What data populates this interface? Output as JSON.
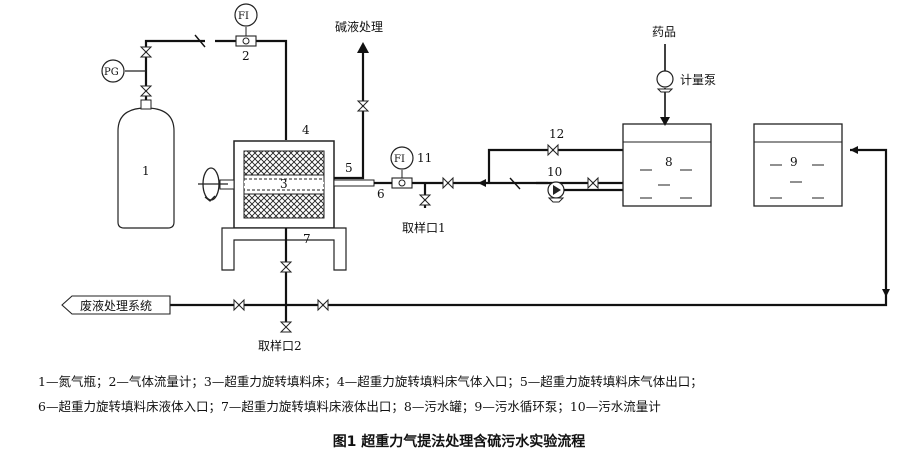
{
  "labels": {
    "fi_top": "FI",
    "fi_liquid": "FI",
    "pg": "PG",
    "alkali": "碱液处理",
    "chemicals": "药品",
    "metering_pump": "计量泵",
    "sample_port_1": "取样口1",
    "sample_port_2": "取样口2",
    "waste_system": "废液处理系统"
  },
  "numbers": {
    "n1": "1",
    "n2": "2",
    "n3": "3",
    "n4": "4",
    "n5": "5",
    "n6": "6",
    "n7": "7",
    "n8": "8",
    "n9": "9",
    "n10": "10",
    "n11": "11",
    "n12": "12"
  },
  "legend": {
    "line1": "1—氮气瓶；2—气体流量计；3—超重力旋转填料床；4—超重力旋转填料床气体入口；5—超重力旋转填料床气体出口；",
    "line2": "6—超重力旋转填料床液体入口；7—超重力旋转填料床液体出口；8—污水罐；9—污水循环泵；10—污水流量计"
  },
  "caption": "图1   超重力气提法处理含硫污水实验流程"
}
